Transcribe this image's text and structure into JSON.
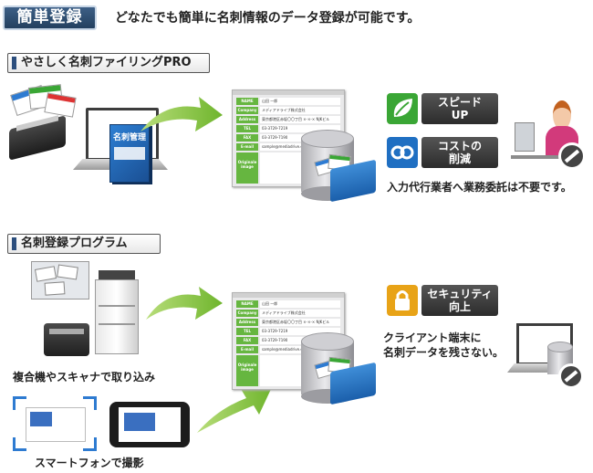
{
  "header": {
    "badge": "簡単登録",
    "description": "どなたでも簡単に名刺情報のデータ登録が可能です。"
  },
  "section1": {
    "title": "やさしく名刺ファイリングPRO",
    "product_box": "名刺管理",
    "features": [
      {
        "label_line1": "スピード",
        "label_line2": "UP"
      },
      {
        "label_line1": "コストの",
        "label_line2": "削減"
      }
    ],
    "note": "入力代行業者へ業務委託は不要です。"
  },
  "section2": {
    "title": "名刺登録プログラム",
    "scan_caption": "複合機やスキャナで取り込み",
    "phone_caption": "スマートフォンで撮影",
    "feature": {
      "label_line1": "セキュリティ",
      "label_line2": "向上"
    },
    "note_line1": "クライアント端末に",
    "note_line2": "名刺データを残さない。"
  },
  "card_window": {
    "fields": [
      {
        "key": "NAME",
        "value": "山田 一郎"
      },
      {
        "key": "Company",
        "value": "メディアドライブ株式会社"
      },
      {
        "key": "Address",
        "value": "東京都港区赤坂〇〇丁目 ×-×-× NJKビル"
      },
      {
        "key": "TEL",
        "value": "03-3729-7219"
      },
      {
        "key": "FAX",
        "value": "03-3729-7190"
      },
      {
        "key": "E-mail",
        "value": "sample@mediadrive.co.jp"
      }
    ],
    "image_label": "Originale image"
  },
  "colors": {
    "accent_green": "#66b640",
    "header_navy": "#2c4e7d",
    "arrow_green": "#8dc63f",
    "feature_green": "#3aa635",
    "feature_blue": "#1f6fc2",
    "feature_gold": "#e8a317"
  }
}
